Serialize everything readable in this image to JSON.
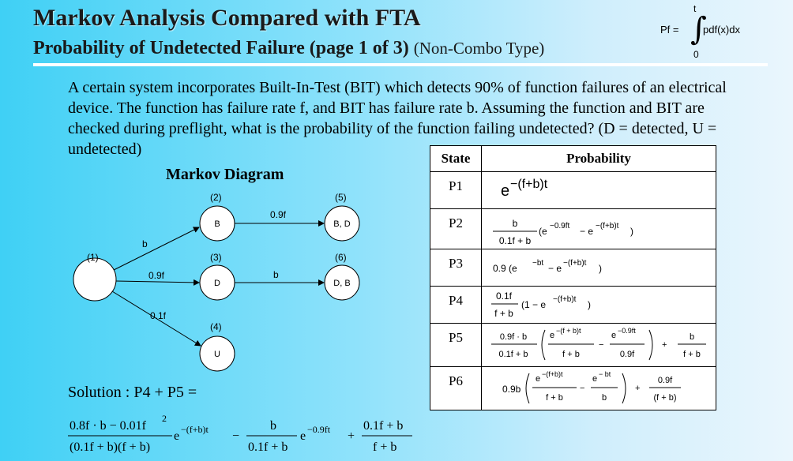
{
  "header": {
    "title": "Markov Analysis Compared with FTA",
    "subtitle_bold": "Probability of Undetected Failure (page 1 of 3)",
    "subtitle_normal": "(Non-Combo Type)",
    "pf_formula": {
      "lhs": "Pf =",
      "integrand": "pdf(x)dx",
      "upper_limit": "t",
      "lower_limit": "0"
    }
  },
  "intro_text": "A certain system incorporates Built-In-Test (BIT) which detects 90% of function failures of an electrical device. The function has failure rate f, and BIT has failure rate b. Assuming the function and BIT are checked during preflight, what is the probability of the function failing undetected?  (D = detected, U = undetected)",
  "diagram": {
    "title": "Markov Diagram",
    "states": [
      {
        "number": "(1)",
        "label": ""
      },
      {
        "number": "(2)",
        "label": "B"
      },
      {
        "number": "(3)",
        "label": "D"
      },
      {
        "number": "(4)",
        "label": "U"
      },
      {
        "number": "(5)",
        "label": "B, D"
      },
      {
        "number": "(6)",
        "label": "D, B"
      }
    ],
    "transitions": [
      {
        "from": "(1)",
        "to": "(2)",
        "label": "b"
      },
      {
        "from": "(1)",
        "to": "(3)",
        "label": "0.9f"
      },
      {
        "from": "(1)",
        "to": "(4)",
        "label": "0.1f"
      },
      {
        "from": "(2)",
        "to": "(5)",
        "label": "0.9f"
      },
      {
        "from": "(3)",
        "to": "(6)",
        "label": "b"
      }
    ]
  },
  "solution": {
    "label": "Solution :  P4 + P5 =",
    "term1_num": "0.8f · b − 0.01f",
    "term1_num_exp": "2",
    "term1_den": "(0.1f + b)(f + b)",
    "term1_exp": "−(f+b)t",
    "minus": "−",
    "term2_num": "b",
    "term2_den": "0.1f + b",
    "term2_exp": "−0.9ft",
    "plus": "+",
    "term3_num": "0.1f + b",
    "term3_den": "f + b"
  },
  "table": {
    "headers": [
      "State",
      "Probability"
    ],
    "rows": [
      {
        "state": "P1",
        "exp": "−(f+b)t"
      },
      {
        "state": "P2",
        "num": "b",
        "den": "0.1f + b",
        "tail": "(e",
        "e1": "−0.9ft",
        "mid": " − e",
        "e2": "−(f+b)t",
        "close": ")"
      },
      {
        "state": "P3",
        "coef": "0.9 (e",
        "e1": "−bt",
        "mid": " − e",
        "e2": "−(f+b)t",
        "close": ")"
      },
      {
        "state": "P4",
        "num": "0.1f",
        "den": "f + b",
        "tail": "(1 − e",
        "e1": "−(f+b)t",
        "close": ")"
      },
      {
        "state": "P5",
        "num": "0.9f · b",
        "den": "0.1f + b",
        "a_num_exp": "−(f + b)t",
        "a_den": "f + b",
        "b_num_exp": "−0.9ft",
        "b_den": "0.9f",
        "c_num": "b",
        "c_den": "f + b"
      },
      {
        "state": "P6",
        "coef": "0.9b",
        "a_num_exp": "−(f+b)t",
        "a_den": "f + b",
        "b_num_exp": "− bt",
        "b_den": "b",
        "c_num": "0.9f",
        "c_den": "(f + b)"
      }
    ]
  },
  "colors": {
    "background_left": "#3fd0f5",
    "background_right": "#eaf6fd",
    "rule": "#ffffff",
    "table_bg": "#ffffff"
  }
}
